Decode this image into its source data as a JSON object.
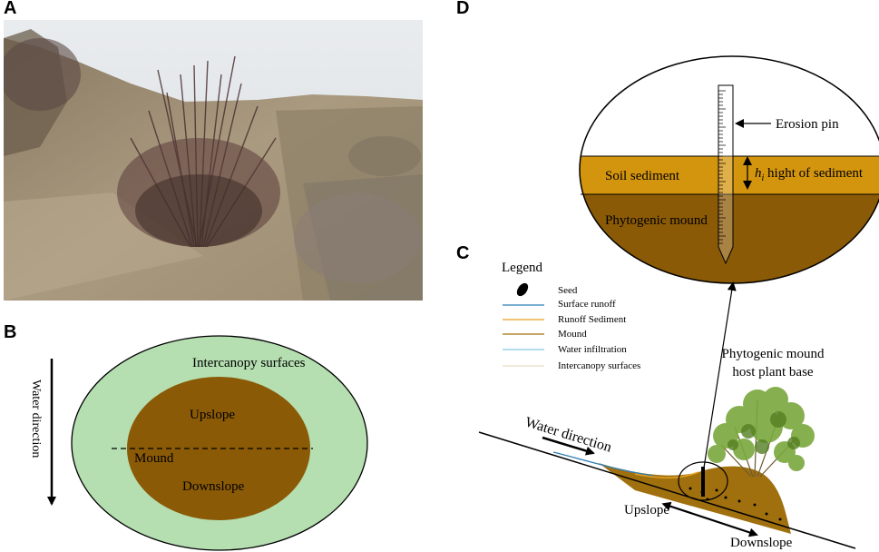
{
  "panels": {
    "a": "A",
    "b": "B",
    "c": "C",
    "d": "D"
  },
  "panel_b": {
    "water_direction": "Water direction",
    "intercanopy": "Intercanopy surfaces",
    "upslope": "Upslope",
    "mound": "Mound",
    "downslope": "Downslope",
    "colors": {
      "outer": "#b5dfb1",
      "inner": "#8b5a06"
    }
  },
  "panel_d": {
    "erosion_pin": "Erosion pin",
    "soil_sediment": "Soil sediment",
    "h_symbol": "h",
    "h_subscript": "i",
    "height_label": " hight of sediment",
    "phytogenic_mound": "Phytogenic mound",
    "colors": {
      "sediment": "#d4950e",
      "mound": "#8b5a06"
    }
  },
  "legend": {
    "title": "Legend",
    "items": [
      {
        "label": "Seed",
        "color": "#000000"
      },
      {
        "label": "Surface runoff",
        "color": "#2c7fb8"
      },
      {
        "label": "Runoff Sediment",
        "color": "#e6a020"
      },
      {
        "label": "Mound",
        "color": "#a0700f"
      },
      {
        "label": "Water infiltration",
        "color": "#88c8e0"
      },
      {
        "label": "Intercanopy surfaces",
        "color": "#e8dcc0"
      }
    ]
  },
  "panel_c": {
    "water_direction": "Water direction",
    "phyto_line1": "Phytogenic mound",
    "phyto_line2": "host plant base",
    "upslope": "Upslope",
    "downslope": "Downslope"
  }
}
